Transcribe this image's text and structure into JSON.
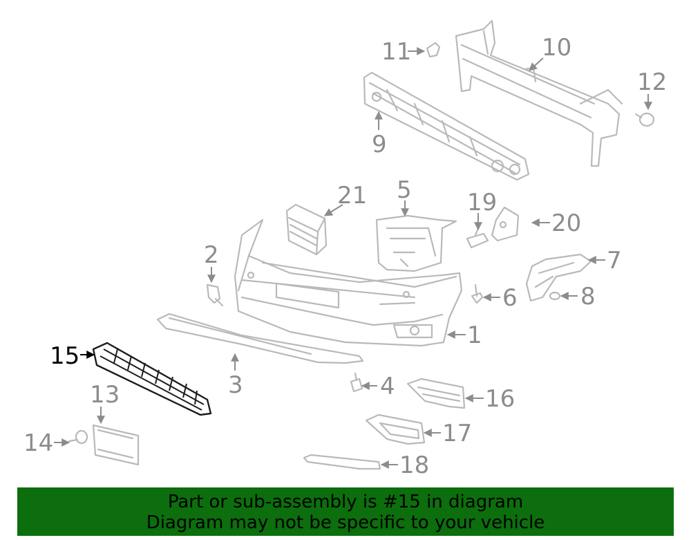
{
  "callouts": {
    "c1": "1",
    "c2": "2",
    "c3": "3",
    "c4": "4",
    "c5": "5",
    "c6": "6",
    "c7": "7",
    "c8": "8",
    "c9": "9",
    "c10": "10",
    "c11": "11",
    "c12": "12",
    "c13": "13",
    "c14": "14",
    "c15": "15",
    "c16": "16",
    "c17": "17",
    "c18": "18",
    "c19": "19",
    "c20": "20",
    "c21": "21"
  },
  "highlighted_part": "15",
  "colors": {
    "highlight": "#000000",
    "part_line": "#b9b9b9",
    "callout_text": "#8c8c8c",
    "banner": "#0c6e0c"
  },
  "banner": {
    "line1": "Part or sub-assembly is #15 in diagram",
    "line2": "Diagram may not be specific to your vehicle"
  }
}
